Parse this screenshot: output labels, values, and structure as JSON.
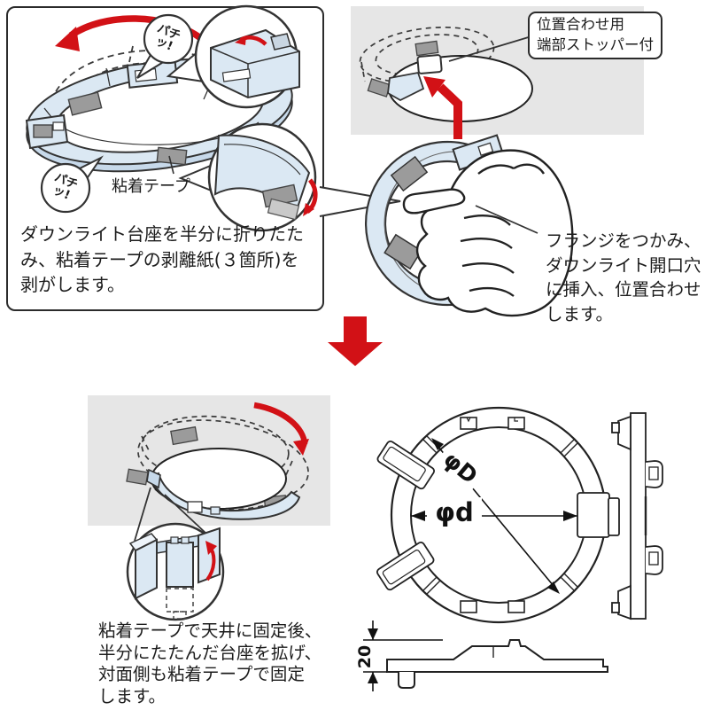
{
  "step_fold": {
    "snap_label": "パチッ!",
    "tape_label": "粘着テープ",
    "caption": [
      "ダウンライト台座を半分に折りたた",
      "み、粘着テープの剥離紙(３箇所)を",
      "剥がします。"
    ]
  },
  "step_insert": {
    "stopper_callout": [
      "位置合わせ用",
      "端部ストッパー付"
    ],
    "caption": [
      "フランジをつかみ、",
      "ダウンライト開口穴",
      "に挿入、位置合わせ",
      "します。"
    ]
  },
  "step_fix": {
    "caption": [
      "粘着テープで天井に固定後、",
      "半分にたたんだ台座を拡げ、",
      "対面側も粘着テープで固定",
      "します。"
    ]
  },
  "dimensions": {
    "outer_diameter": "φD",
    "opening_diameter": "φd",
    "height": "20"
  },
  "colors": {
    "accent_red": "#d21116",
    "part_blue": "#dbe8f3",
    "panel_gray": "#e6e6e6",
    "tape_gray": "#9b9b9b"
  }
}
